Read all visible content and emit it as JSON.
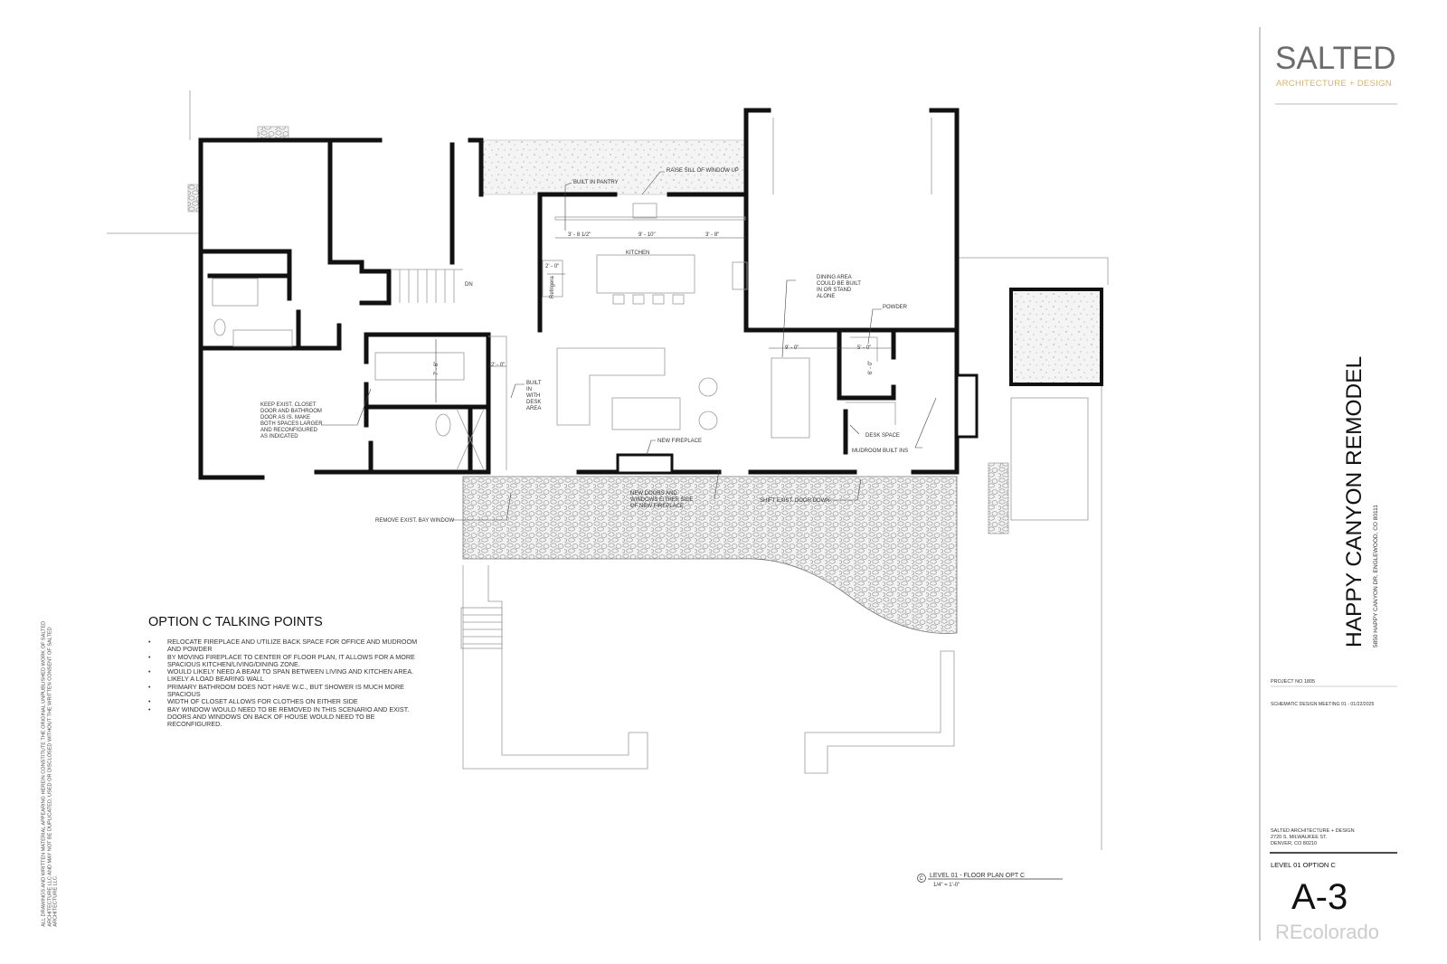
{
  "firm": {
    "name": "SALTED",
    "tagline": "ARCHITECTURE + DESIGN",
    "address_lines": [
      "SALTED ARCHITECTURE + DESIGN",
      "2720 S. MILWAUKEE ST.",
      "DENVER, CO 80210"
    ],
    "brand_color": "#6b6b6b",
    "tagline_color": "#d4b46a"
  },
  "project": {
    "title": "HAPPY CANYON REMODEL",
    "address": "5850 HAPPY CANYON DR, ENGLEWOOD, CO 80111",
    "project_no": "PROJECT NO 1805",
    "meeting": "SCHEMATIC DESIGN MEETING 01  - 01/22/2025",
    "sheet_title": "LEVEL 01 OPTION C",
    "sheet_number": "A-3"
  },
  "drawing": {
    "marker": "C",
    "title": "LEVEL 01 - FLOOR PLAN OPT C",
    "scale": "1/4\" = 1'-0\""
  },
  "legal": "ALL DRAWINGS AND WRITTEN MATERIAL APPEARING HEREIN CONSTITUTE THE ORIGINAL UNPUBLISHED WORK OF SALTED ARCHITECTURE LLC AND MAY NOT BE DUPLICATED, USED OR DISCLOSED WITHOUT THE WRITTEN CONSENT OF SALTED ARCHITECTURE LLC.",
  "talking_points": {
    "heading": "OPTION C TALKING POINTS",
    "items": [
      "RELOCATE FIREPLACE AND UTILIZE BACK SPACE FOR OFFICE AND MUDROOM AND POWDER",
      "BY MOVING FIREPLACE TO CENTER OF FLOOR PLAN, IT ALLOWS FOR A MORE SPACIOUS KITCHEN/LIVING/DINING ZONE.",
      "WOULD LIKELY NEED A BEAM TO SPAN BETWEEN LIVING AND KITCHEN AREA. LIKELY A LOAD BEARING WALL",
      "PRIMARY BATHROOM DOES NOT HAVE W.C., BUT SHOWER IS MUCH MORE SPACIOUS",
      "WIDTH OF CLOSET ALLOWS FOR CLOTHES ON EITHER SIDE",
      "BAY WINDOW WOULD NEED TO BE REMOVED IN THIS SCENARIO AND EXIST. DOORS AND WINDOWS ON BACK OF HOUSE WOULD NEED TO BE RECONFIGURED."
    ]
  },
  "plan_labels": {
    "built_in_pantry": "BUILT IN PANTRY",
    "raise_sill": "RAISE SILL OF WINDOW UP",
    "kitchen": "KITCHEN",
    "dim_1": "3' - 8 1/2\"",
    "dim_2": "9' - 10\"",
    "dim_3": "3' - 8\"",
    "dim_fridge": "2' - 0\"",
    "refrigerator": "Refrigera",
    "up": "DN",
    "dining_1": "DINING AREA",
    "dining_2": "COULD BE BUILT",
    "dining_3": "IN OR STAND",
    "dining_4": "ALONE",
    "powder": "POWDER",
    "dim_dining": "9' - 0\"",
    "dim_powder": "5' - 0\"",
    "dim_powder_v": "6' - 0\"",
    "desk_space": "DESK SPACE",
    "mudroom": "MUDROOM BUILT INS",
    "dim_closet": "7' - 6\"",
    "dim_desk": "2' - 0\"",
    "built_in_desk": [
      "BUILT",
      "IN",
      "WITH",
      "DESK",
      "AREA"
    ],
    "keep_closet": [
      "KEEP EXIST. CLOSET",
      "DOOR AND BATHROOM",
      "DOOR AS IS. MAKE",
      "BOTH SPACES LARGER",
      "AND RECONFIGURED",
      "AS INDICATED"
    ],
    "new_fireplace": "NEW FIREPLACE",
    "new_doors": [
      "NEW DOORS AND",
      "WINDOWS EITHER SIDE",
      "OF NEW FIREPLACE"
    ],
    "shift_door": "SHIFT EXIST. DOOR DOWN",
    "remove_bay": "REMOVE EXIST. BAY WINDOW"
  },
  "watermark": "REcolorado"
}
